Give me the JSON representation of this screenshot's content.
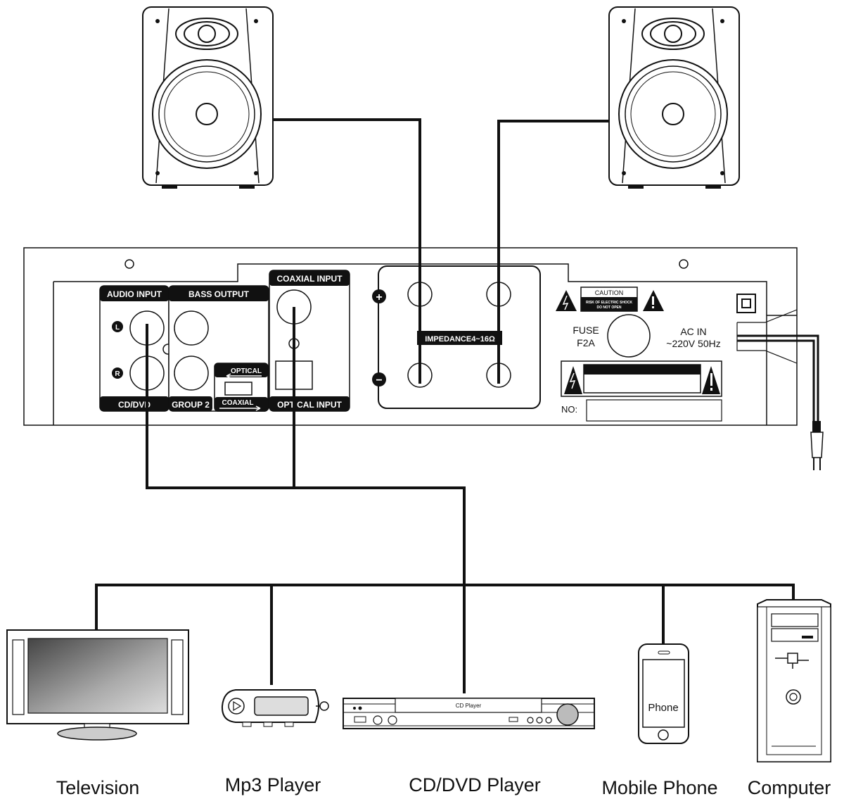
{
  "panel": {
    "audio_input": "AUDIO INPUT",
    "bass_output": "BASS OUTPUT",
    "coaxial_input": "COAXIAL INPUT",
    "cd_dvd": "CD/DVD",
    "group2": "GROUP 2",
    "optical_input": "OPT CAL INPUT",
    "optical": "OPTICAL",
    "coaxial": "COAXIAL",
    "left_marker": "L",
    "right_marker": "R",
    "impedance": "IMPEDANCE4~16Ω",
    "plus": "+",
    "minus": "−",
    "caution_title": "CAUTION",
    "caution_line1": "RISK OF ELECTRIC SHOCK",
    "caution_line2": "DO NOT OPEN",
    "fuse_line1": "FUSE",
    "fuse_line2": "F2A",
    "ac_line1": "AC IN",
    "ac_line2": "~220V 50Hz",
    "serial_label": "NO:"
  },
  "devices": {
    "television": "Television",
    "mp3": "Mp3 Player",
    "cd_dvd": "CD/DVD Player",
    "mobile": "Mobile Phone",
    "computer": "Computer",
    "phone_screen": "Phone",
    "cd_player_screen": "CD Player"
  },
  "colors": {
    "line": "#111111",
    "label_bg": "#111111"
  }
}
